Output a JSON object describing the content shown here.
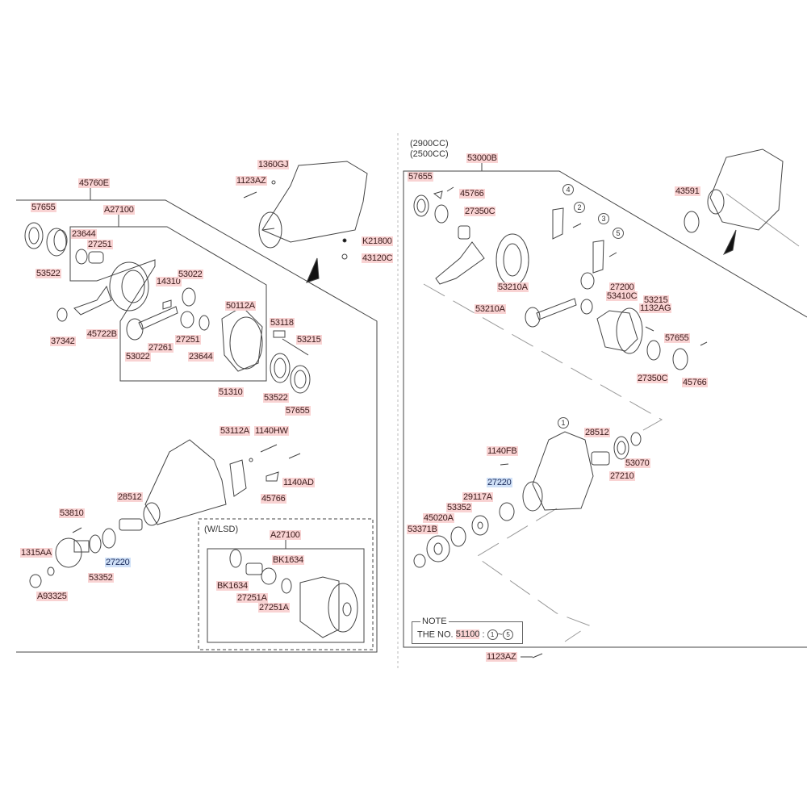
{
  "left_labels": [
    "45760E",
    "57655",
    "A27100",
    "23644",
    "27251",
    "53522",
    "14310",
    "53022",
    "50112A",
    "37342",
    "45722B",
    "53118",
    "53215",
    "27261",
    "27251",
    "53022",
    "23644",
    "53522",
    "57655",
    "51310",
    "53112A",
    "1140HW",
    "1140AD",
    "45766",
    "28512",
    "53810",
    "1315AA",
    "27220",
    "53352",
    "A93325",
    "A27100",
    "BK1634",
    "BK1634",
    "27251A",
    "27251A"
  ],
  "top_labels": [
    "1360GJ",
    "1123AZ",
    "K21800",
    "43120C"
  ],
  "right_labels": [
    "53000B",
    "57655",
    "45766",
    "27350C",
    "43591",
    "53210A",
    "53210A",
    "27200",
    "53410C",
    "53215",
    "1132AG",
    "57655",
    "27350C",
    "45766",
    "28512",
    "53070",
    "27210",
    "1140FB",
    "27220",
    "29117A",
    "53352",
    "45020A",
    "53371B",
    "1123AZ"
  ],
  "headings": {
    "lsd": "(W/LSD)",
    "cc1": "(2900CC)",
    "cc2": "(2500CC)"
  },
  "circled": [
    "4",
    "2",
    "3",
    "5",
    "1"
  ],
  "note": {
    "title": "NOTE",
    "prefix": "THE NO.",
    "number": "51100",
    "sep": ":",
    "from": "1",
    "tilde": "~",
    "to": "5"
  },
  "colors": {
    "highlight": "#f9d3d3",
    "highlight_blue": "#cfe0f7"
  }
}
